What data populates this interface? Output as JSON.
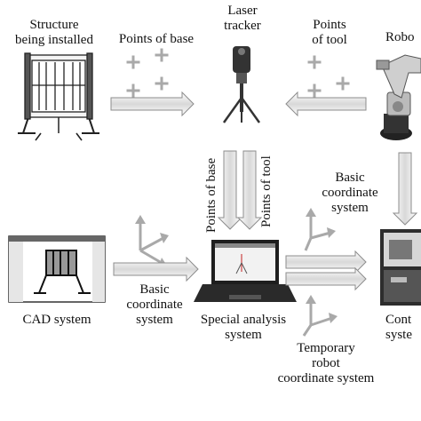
{
  "labels": {
    "structure": "Structure\nbeing installed",
    "points_of_base": "Points of base",
    "laser_tracker": "Laser\ntracker",
    "points_of_tool": "Points\nof tool",
    "robot": "Robo",
    "points_of_base_vertical": "Points of base",
    "points_of_tool_vertical": "Points of tool",
    "basic_cs_right": "Basic\ncoordinate\nsystem",
    "cad_system": "CAD system",
    "basic_cs_left": "Basic\ncoordinate\nsystem",
    "special_analysis": "Special analysis\nsystem",
    "temporary_robot": "Temporary\nrobot\ncoordinate system",
    "control": "Cont\nsyste"
  },
  "colors": {
    "arrow_fill": "#e2e2e2",
    "arrow_stroke": "#8c8c8c",
    "marker": "#a9a9a9",
    "ink": "#111111"
  },
  "icons": [
    "laser-tracker-icon",
    "structure-frame-icon",
    "robot-arm-icon",
    "cad-screen-icon",
    "laptop-icon",
    "controller-cabinet-icon",
    "plus-marker-icon",
    "coordinate-axes-icon"
  ]
}
